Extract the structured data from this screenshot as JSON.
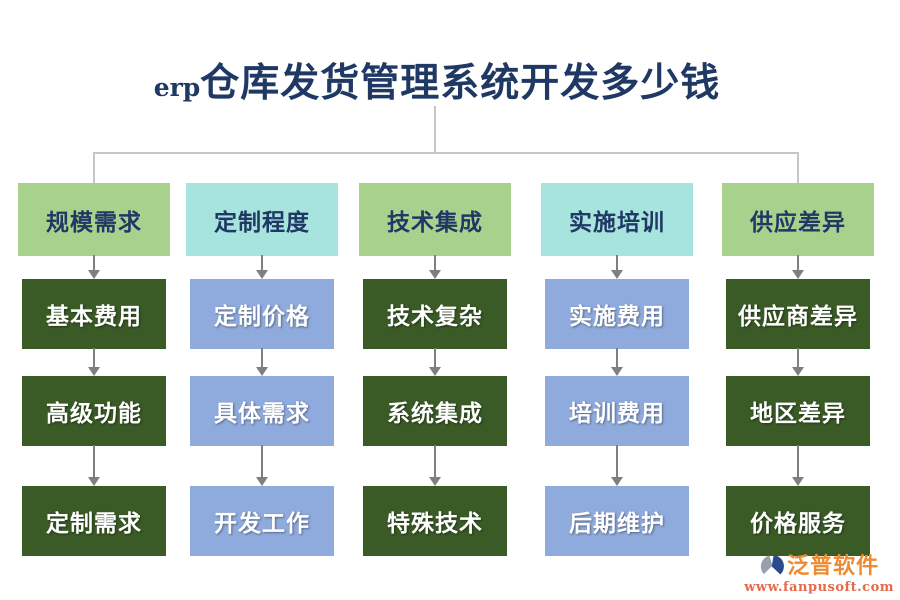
{
  "title": {
    "prefix": "erp",
    "main": "仓库发货管理系统开发多少钱"
  },
  "columns": [
    {
      "header": "规模需求",
      "items": [
        "基本费用",
        "高级功能",
        "定制需求"
      ]
    },
    {
      "header": "定制程度",
      "items": [
        "定制价格",
        "具体需求",
        "开发工作"
      ]
    },
    {
      "header": "技术集成",
      "items": [
        "技术复杂",
        "系统集成",
        "特殊技术"
      ]
    },
    {
      "header": "实施培训",
      "items": [
        "实施费用",
        "培训费用",
        "后期维护"
      ]
    },
    {
      "header": "供应差异",
      "items": [
        "供应商差异",
        "地区差异",
        "价格服务"
      ]
    }
  ],
  "watermark": {
    "brand": "泛普软件",
    "url": "www.fanpusoft.com"
  },
  "colors": {
    "navy": "#1f3864",
    "green-light": "#a9d18e",
    "cyan": "#a8e4de",
    "green-dark": "#3a5a26",
    "blue": "#8faadc",
    "arrow": "#7f7f7f",
    "connector": "#c6c6c6",
    "brand-orange": "#ee8a2f",
    "url-orange": "#e56a4d",
    "logo-blue": "#2b4a8b",
    "logo-gray": "#97a0ad"
  }
}
